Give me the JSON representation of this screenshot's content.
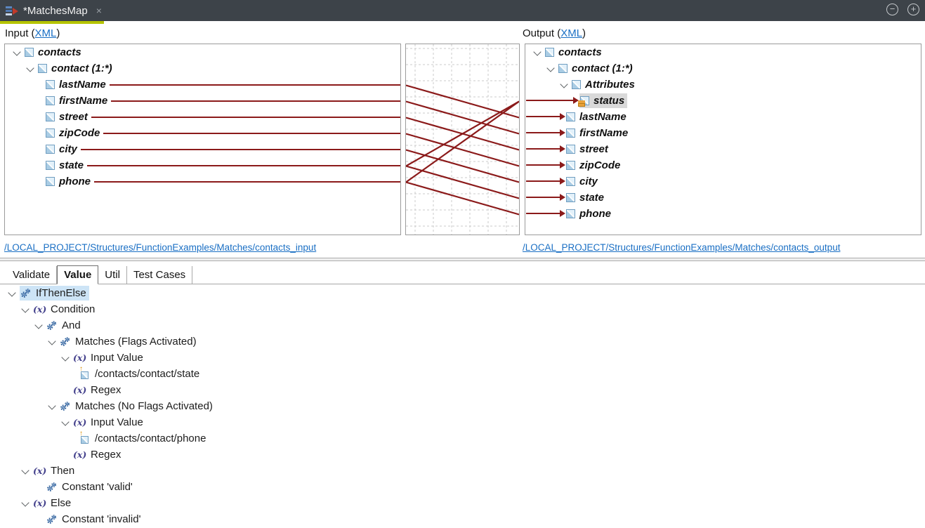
{
  "window": {
    "tab_title": "*MatchesMap",
    "close": "×",
    "minimize": "−",
    "maximize": "+"
  },
  "headers": {
    "input_prefix": "Input (",
    "input_link": "XML",
    "input_suffix": ")",
    "output_prefix": "Output (",
    "output_link": "XML",
    "output_suffix": ")"
  },
  "input_tree": {
    "items": [
      {
        "label": "contacts"
      },
      {
        "label": "contact (1:*)"
      },
      {
        "label": "lastName"
      },
      {
        "label": "firstName"
      },
      {
        "label": "street"
      },
      {
        "label": "zipCode"
      },
      {
        "label": "city"
      },
      {
        "label": "state"
      },
      {
        "label": "phone"
      }
    ]
  },
  "output_tree": {
    "items": [
      {
        "label": "contacts"
      },
      {
        "label": "contact (1:*)"
      },
      {
        "label": "Attributes"
      },
      {
        "label": "status",
        "selected": true
      },
      {
        "label": "lastName"
      },
      {
        "label": "firstName"
      },
      {
        "label": "street"
      },
      {
        "label": "zipCode"
      },
      {
        "label": "city"
      },
      {
        "label": "state"
      },
      {
        "label": "phone"
      }
    ]
  },
  "links": {
    "input_path": "/LOCAL_PROJECT/Structures/FunctionExamples/Matches/contacts_input",
    "output_path": "/LOCAL_PROJECT/Structures/FunctionExamples/Matches/contacts_output"
  },
  "mappings": [
    {
      "source": "lastName",
      "target": "lastName"
    },
    {
      "source": "firstName",
      "target": "firstName"
    },
    {
      "source": "street",
      "target": "street"
    },
    {
      "source": "zipCode",
      "target": "zipCode"
    },
    {
      "source": "city",
      "target": "city"
    },
    {
      "source": "state",
      "target": "state"
    },
    {
      "source": "phone",
      "target": "phone"
    },
    {
      "source": "state",
      "target": "status"
    },
    {
      "source": "phone",
      "target": "status"
    }
  ],
  "tabs": {
    "items": [
      {
        "label": "Validate"
      },
      {
        "label": "Value",
        "active": true
      },
      {
        "label": "Util"
      },
      {
        "label": "Test Cases"
      }
    ]
  },
  "function_tree": {
    "items": [
      {
        "label": "IfThenElse",
        "selected": true
      },
      {
        "label": "Condition"
      },
      {
        "label": "And"
      },
      {
        "label": "Matches (Flags Activated)"
      },
      {
        "label": "Input Value"
      },
      {
        "label": "/contacts/contact/state"
      },
      {
        "label": "Regex"
      },
      {
        "label": "Matches (No Flags Activated)"
      },
      {
        "label": "Input Value"
      },
      {
        "label": "/contacts/contact/phone"
      },
      {
        "label": "Regex"
      },
      {
        "label": "Then"
      },
      {
        "label": "Constant 'valid'"
      },
      {
        "label": "Else"
      },
      {
        "label": "Constant 'invalid'"
      }
    ]
  },
  "icons": {
    "fx": "(x)"
  },
  "colors": {
    "topbar": "#3d4349",
    "tab_underline": "#b5c400",
    "mapping_line": "#8b1a1a",
    "link": "#1a6fc4",
    "selection_blue": "#cde4f6",
    "selection_gray": "#d9d9d9"
  }
}
